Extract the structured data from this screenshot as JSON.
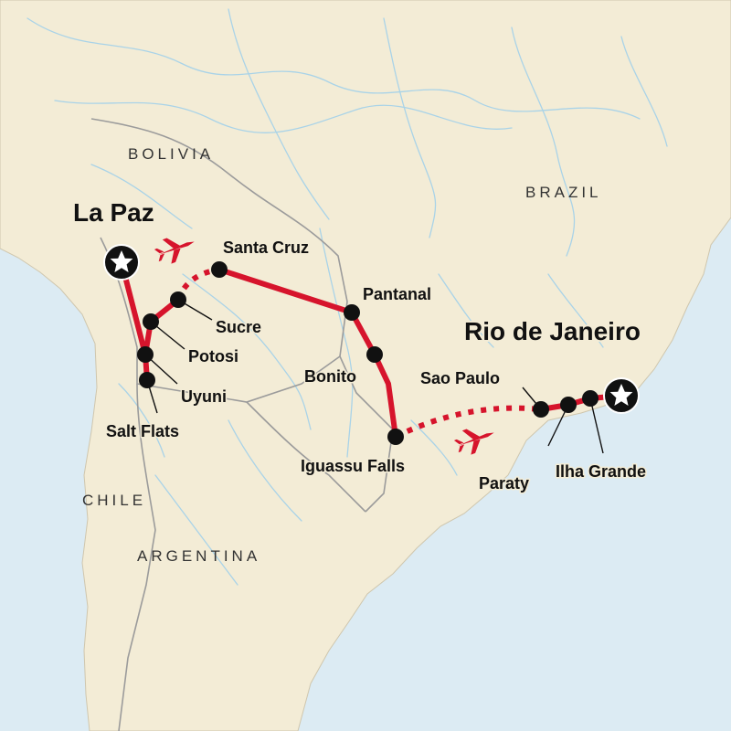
{
  "colors": {
    "sea": "#dcebf3",
    "land": "#f3ecd6",
    "route": "#d6142c",
    "river": "#a9d3e8",
    "border": "#9b9b9b",
    "stop": "#111111"
  },
  "countries": [
    {
      "id": "bolivia",
      "label": "BOLIVIA"
    },
    {
      "id": "brazil",
      "label": "BRAZIL"
    },
    {
      "id": "chile",
      "label": "CHILE"
    },
    {
      "id": "argentina",
      "label": "ARGENTINA"
    }
  ],
  "cities": {
    "la_paz": "La Paz",
    "santa_cruz": "Santa Cruz",
    "sucre": "Sucre",
    "potosi": "Potosi",
    "uyuni": "Uyuni",
    "salt_flats": "Salt Flats",
    "pantanal": "Pantanal",
    "bonito": "Bonito",
    "iguassu_falls": "Iguassu Falls",
    "rio_de_janeiro": "Rio de Janeiro",
    "sao_paulo": "Sao Paulo",
    "paraty": "Paraty",
    "ilha_grande": "Ilha Grande"
  },
  "icons": {
    "start_end": "star-icon",
    "flight": "airplane-icon",
    "stop": "stop-dot-icon"
  }
}
